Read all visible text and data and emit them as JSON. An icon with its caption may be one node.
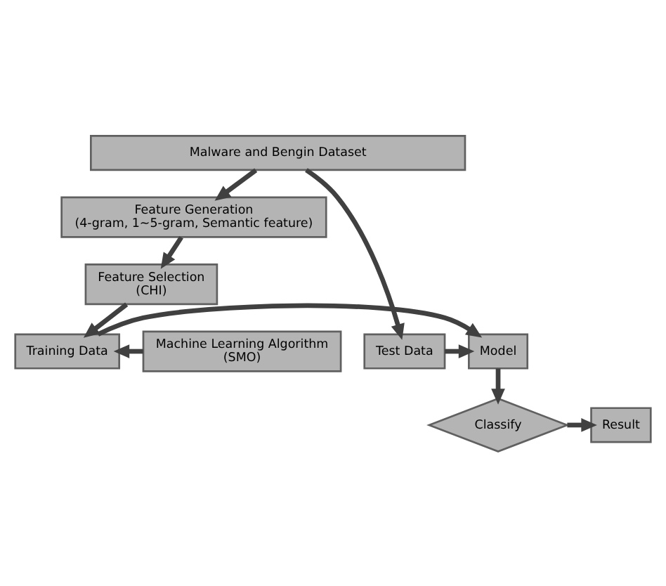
{
  "diagram": {
    "nodes": [
      {
        "text": [
          "Malware and Bengin Dataset"
        ]
      },
      {
        "text": [
          "Feature Generation",
          "(4-gram, 1~5-gram, Semantic feature)"
        ]
      },
      {
        "text": [
          "Feature Selection",
          "(CHI)"
        ]
      },
      {
        "text": [
          "Machine Learning Algorithm",
          "(SMO)"
        ]
      },
      {
        "text": [
          "Training Data"
        ]
      },
      {
        "text": [
          "Model"
        ]
      },
      {
        "text": [
          "Test Data"
        ]
      },
      {
        "text": [
          "Classify"
        ]
      },
      {
        "text": [
          "Result"
        ]
      }
    ],
    "edges": [
      {
        "from": 0,
        "to": 1,
        "arrow": "to"
      },
      {
        "from": 1,
        "to": 2,
        "arrow": "to"
      },
      {
        "from": 2,
        "to": 4,
        "arrow": "to"
      },
      {
        "from": 0,
        "to": 6,
        "arrow": "to"
      },
      {
        "from": 3,
        "to": 4,
        "arrow": "to"
      },
      {
        "from": 4,
        "to": 5,
        "arrow": "to"
      },
      {
        "from": 6,
        "to": 5,
        "arrow": "to"
      },
      {
        "from": 5,
        "to": 7,
        "arrow": "to"
      },
      {
        "from": 7,
        "to": 8,
        "arrow": "to"
      }
    ]
  }
}
